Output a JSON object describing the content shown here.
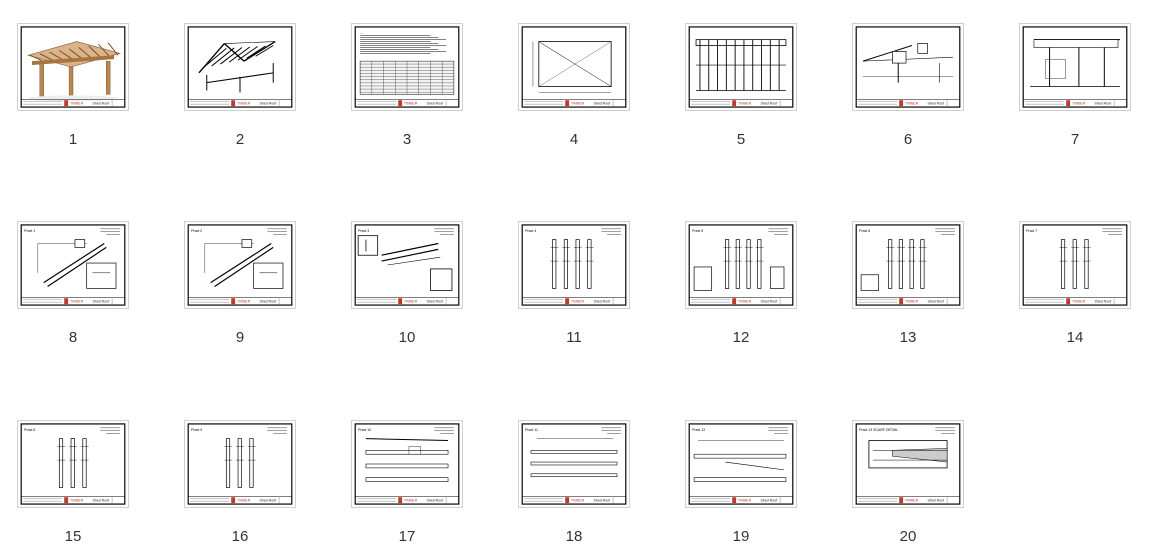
{
  "thumbnails": [
    {
      "label": "1",
      "kind": "render"
    },
    {
      "label": "2",
      "kind": "frame"
    },
    {
      "label": "3",
      "kind": "table"
    },
    {
      "label": "4",
      "kind": "plan"
    },
    {
      "label": "5",
      "kind": "elevation"
    },
    {
      "label": "6",
      "kind": "section"
    },
    {
      "label": "7",
      "kind": "section2"
    },
    {
      "label": "8",
      "kind": "detail",
      "title": "Pract 1"
    },
    {
      "label": "9",
      "kind": "detail",
      "title": "Pract 2"
    },
    {
      "label": "10",
      "kind": "detail2",
      "title": "Pract 3"
    },
    {
      "label": "11",
      "kind": "posts",
      "title": "Pract 4"
    },
    {
      "label": "12",
      "kind": "posts2",
      "title": "Pract 5"
    },
    {
      "label": "13",
      "kind": "posts3",
      "title": "Pract 6"
    },
    {
      "label": "14",
      "kind": "posts4",
      "title": "Pract 7"
    },
    {
      "label": "15",
      "kind": "posts4",
      "title": "Pract 8"
    },
    {
      "label": "16",
      "kind": "posts4",
      "title": "Pract 9"
    },
    {
      "label": "17",
      "kind": "beams",
      "title": "Pract 10"
    },
    {
      "label": "18",
      "kind": "beams2",
      "title": "Pract 11"
    },
    {
      "label": "19",
      "kind": "beams3",
      "title": "Pract 12"
    },
    {
      "label": "20",
      "kind": "scarf",
      "title": "Pract 13 SCARF DETAIL"
    }
  ],
  "titleblock": {
    "brand": "TIMBER",
    "sub": "Shed Roof"
  },
  "colors": {
    "border": "#cfcfcf",
    "line": "#000000",
    "accent": "#c0392b",
    "wood": "#b8864e"
  }
}
